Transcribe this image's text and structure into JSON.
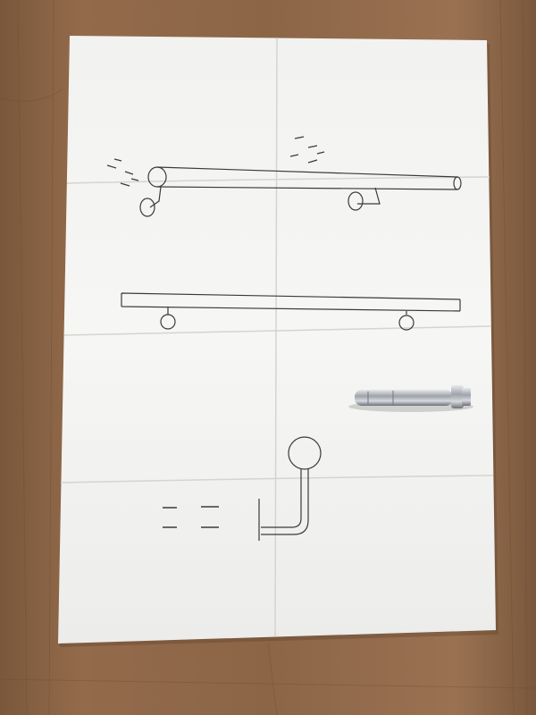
{
  "colors": {
    "table": "#8a6446",
    "table_dark": "#6e4c33",
    "paper": "#f4f4f2",
    "paper_shadow": "#d9d9d6",
    "line_art": "#3a3a3a",
    "bolt": "#b8bcc2"
  },
  "icons": [
    "handrail-drawing",
    "bracket-drawing",
    "screw-drawing",
    "anchor-bolt"
  ]
}
